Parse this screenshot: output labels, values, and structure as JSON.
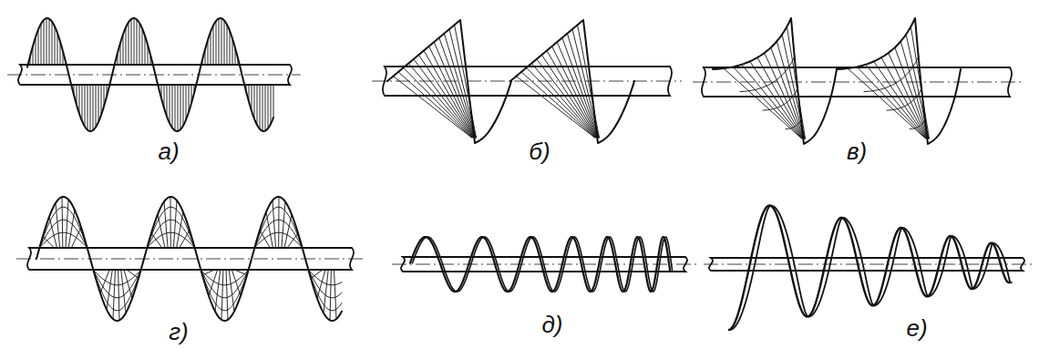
{
  "diagram": {
    "labels": [
      "а)",
      "б)",
      "в)",
      "г)",
      "д)",
      "е)"
    ]
  }
}
